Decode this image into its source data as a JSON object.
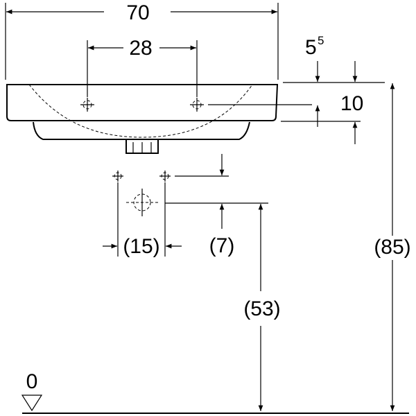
{
  "dimensions": {
    "overall_width": "70",
    "tap_hole_spacing": "28",
    "rim_offset_base": "5",
    "rim_offset_sup": "5",
    "rim_height": "10",
    "waste_spacing": "(15)",
    "waste_offset": "(7)",
    "waste_height": "(53)",
    "rim_floor_height": "(85)",
    "floor_level": "0"
  }
}
